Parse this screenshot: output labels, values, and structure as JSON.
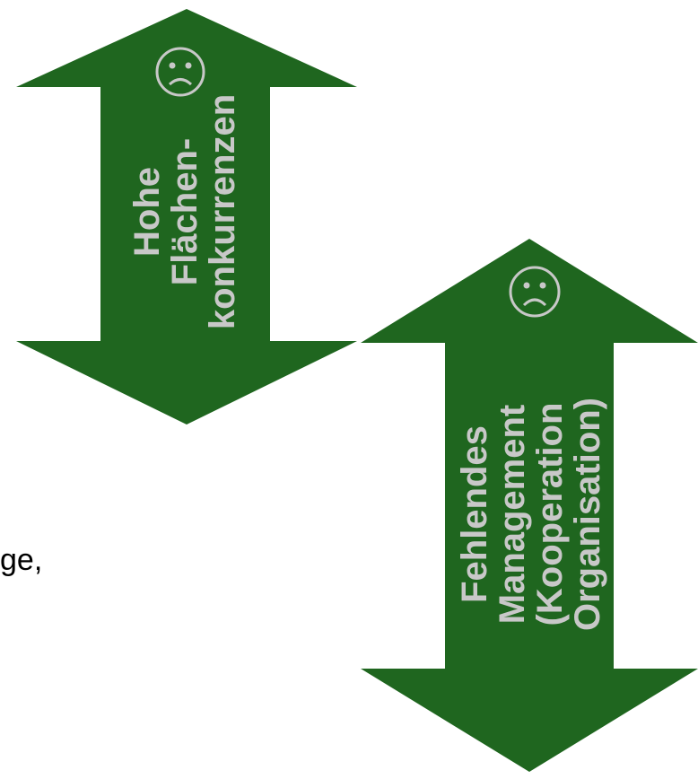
{
  "colors": {
    "arrow_fill": "#1f661f",
    "label_color": "#c8c8c8"
  },
  "arrows": [
    {
      "id": "top",
      "icon": "sad-face-icon",
      "lines": [
        "Hohe",
        "Flächen-",
        "konkurrenzen"
      ]
    },
    {
      "id": "bottom",
      "icon": "sad-face-icon",
      "lines": [
        "Fehlendes",
        "Management",
        "(Kooperation",
        "Organisation)"
      ]
    }
  ],
  "side_text": "ge,"
}
